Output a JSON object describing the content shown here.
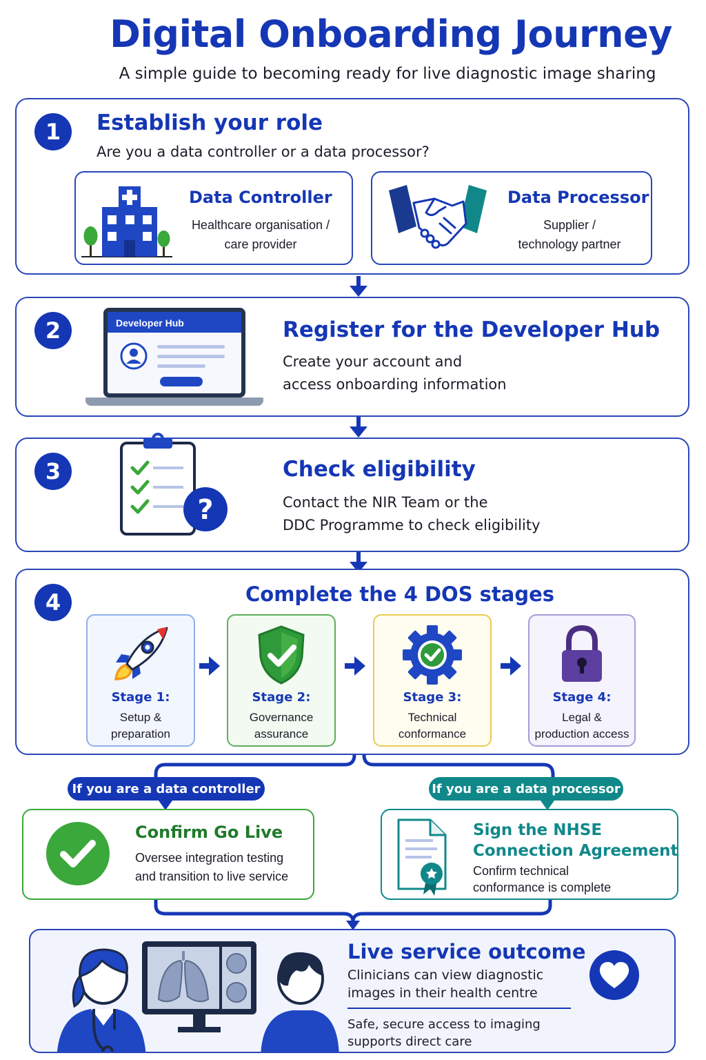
{
  "header": {
    "title": "Digital Onboarding Journey",
    "subtitle": "A simple guide to becoming ready for live diagnostic image sharing"
  },
  "step1": {
    "number": "1",
    "title": "Establish your role",
    "question": "Are you a data controller or a data processor?",
    "controller": {
      "title": "Data Controller",
      "desc_line1": "Healthcare organisation /",
      "desc_line2": "care provider",
      "icon": "hospital-icon"
    },
    "processor": {
      "title": "Data Processor",
      "desc_line1": "Supplier /",
      "desc_line2": "technology partner",
      "icon": "handshake-icon"
    }
  },
  "step2": {
    "number": "2",
    "title": "Register for the Developer Hub",
    "desc_line1": "Create your account and",
    "desc_line2": "access onboarding information",
    "laptop_label": "Developer Hub",
    "icon": "laptop-icon"
  },
  "step3": {
    "number": "3",
    "title": "Check eligibility",
    "desc_line1": "Contact the NIR Team or the",
    "desc_line2": "DDC Programme to check eligibility",
    "icon": "clipboard-question-icon"
  },
  "step4": {
    "number": "4",
    "title": "Complete the 4 DOS stages",
    "stages": [
      {
        "title": "Stage 1:",
        "line1": "Setup &",
        "line2": "preparation",
        "icon": "rocket-icon",
        "color": "#8fb0e8",
        "bg": "#f2f6fd"
      },
      {
        "title": "Stage 2:",
        "line1": "Governance",
        "line2": "assurance",
        "icon": "shield-check-icon",
        "color": "#5fae5a",
        "bg": "#f2faf1"
      },
      {
        "title": "Stage 3:",
        "line1": "Technical",
        "line2": "conformance",
        "icon": "gear-check-icon",
        "color": "#eacb50",
        "bg": "#fffcf0"
      },
      {
        "title": "Stage 4:",
        "line1": "Legal &",
        "line2": "production access",
        "icon": "padlock-icon",
        "color": "#a99ad8",
        "bg": "#f5f3fc"
      }
    ]
  },
  "branches": {
    "controller_pill": "If you are a data controller",
    "processor_pill": "If you are a data processor",
    "controller": {
      "title": "Confirm Go Live",
      "desc_line1": "Oversee integration testing",
      "desc_line2": "and transition to live service",
      "icon": "check-circle-icon"
    },
    "processor": {
      "title_line1": "Sign the NHSE",
      "title_line2": "Connection Agreement",
      "desc_line1": "Confirm technical",
      "desc_line2": "conformance is complete",
      "icon": "certificate-icon"
    }
  },
  "outcome": {
    "title": "Live service outcome",
    "desc_line1": "Clinicians can view diagnostic",
    "desc_line2": "images in their health centre",
    "note_line1": "Safe, secure access to imaging",
    "note_line2": "supports direct care",
    "icon": "heart-icon"
  },
  "colors": {
    "primary": "#1537b5",
    "teal": "#10888a",
    "green": "#3aa83a",
    "green_text": "#1f7a2a"
  }
}
